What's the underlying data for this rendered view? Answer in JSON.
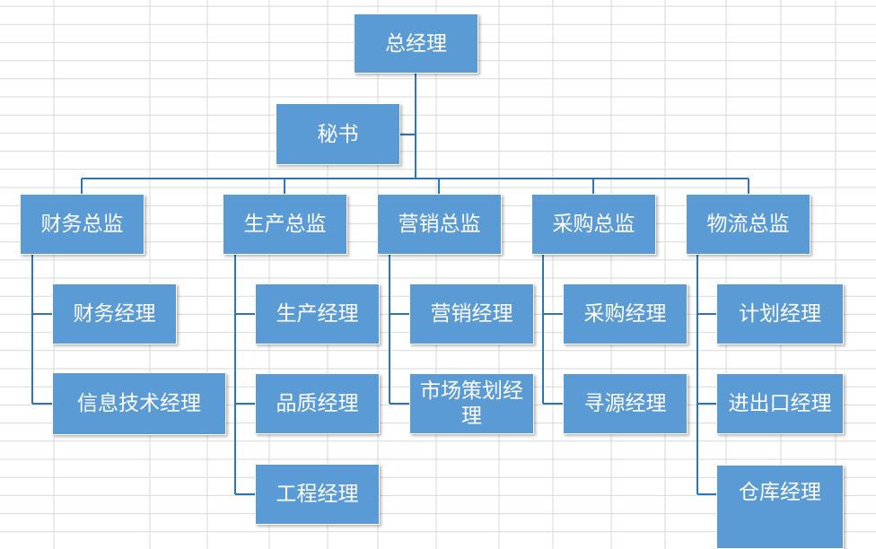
{
  "colors": {
    "box_fill": "#5b9bd5",
    "box_text": "#ffffff",
    "connector": "#2e75b6",
    "gridline": "#d9d9d9"
  },
  "org_chart": {
    "ceo": "总经理",
    "assistant": "秘书",
    "directors": [
      {
        "title": "财务总监",
        "reports": [
          "财务经理",
          "信息技术经理"
        ]
      },
      {
        "title": "生产总监",
        "reports": [
          "生产经理",
          "品质经理",
          "工程经理"
        ]
      },
      {
        "title": "营销总监",
        "reports": [
          "营销经理",
          "市场策划经理"
        ]
      },
      {
        "title": "采购总监",
        "reports": [
          "采购经理",
          "寻源经理"
        ]
      },
      {
        "title": "物流总监",
        "reports": [
          "计划经理",
          "进出口经理",
          "仓库经理"
        ]
      }
    ]
  }
}
